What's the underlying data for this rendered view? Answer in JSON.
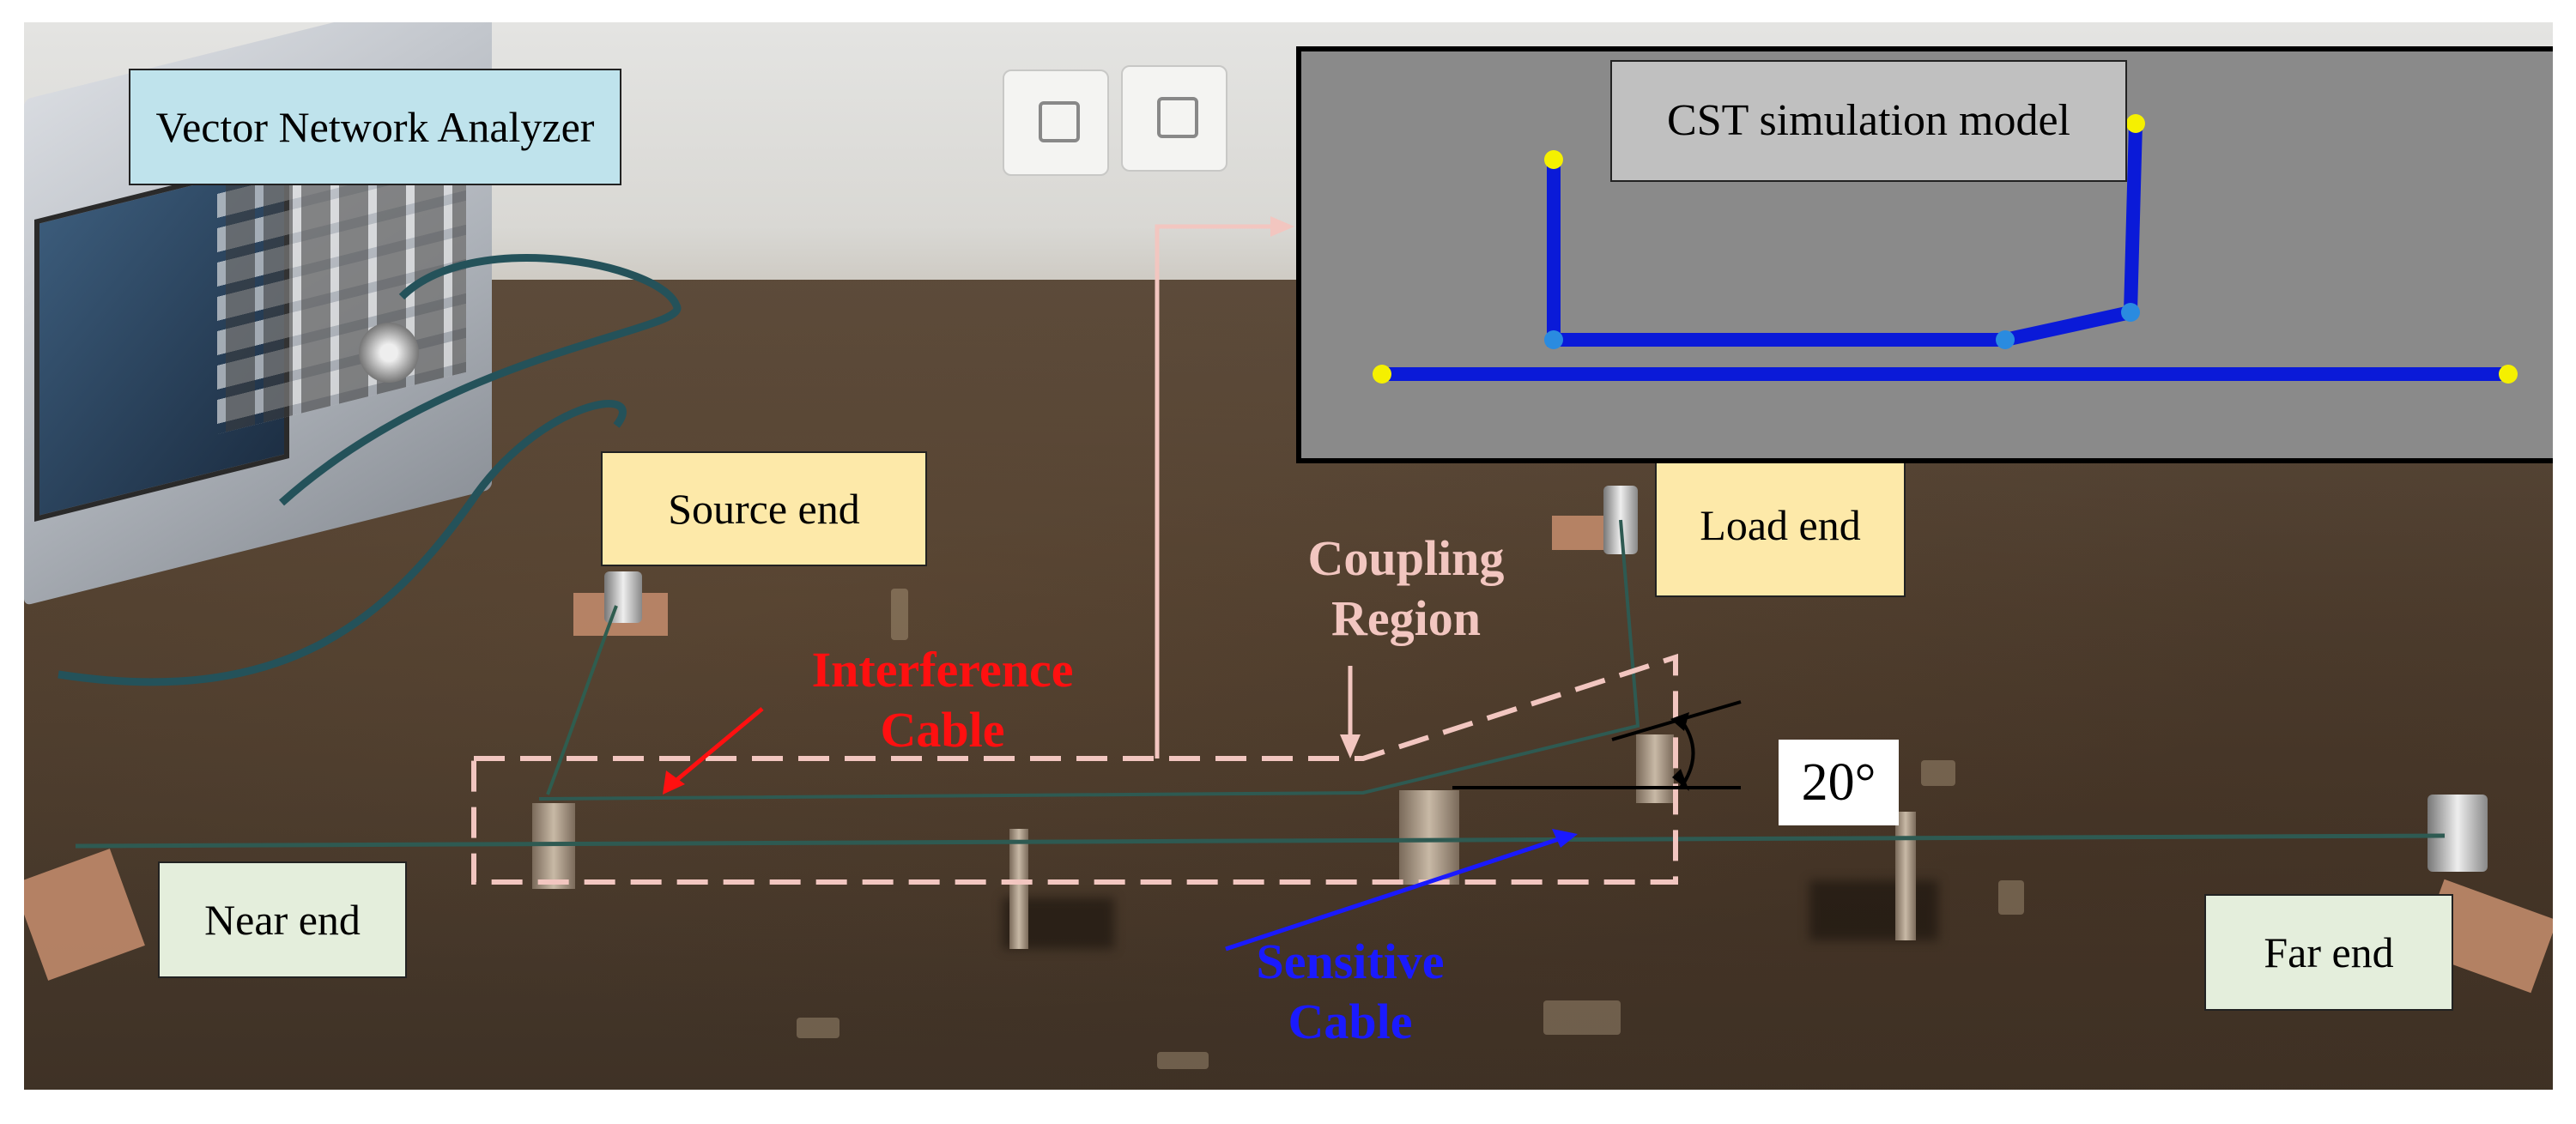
{
  "labels": {
    "vna": "Vector Network Analyzer",
    "source_end": "Source end",
    "load_end": "Load end",
    "near_end": "Near end",
    "far_end": "Far end",
    "cst_model": "CST simulation model",
    "coupling_region": "Coupling Region",
    "interference_cable": "Interference Cable",
    "sensitive_cable": "Sensitive Cable",
    "angle": "20°"
  },
  "colors": {
    "interference_text": "#ff1010",
    "sensitive_text": "#1a1aff",
    "coupling_text": "#f2c6c0",
    "vna_label_bg": "#bfe3ec",
    "end_label_yellow": "#fde9a9",
    "end_label_green": "#e4eedc",
    "cst_background": "#8a8a8a",
    "cst_cable": "#0a1ad8",
    "cst_port": "#f5f000"
  },
  "icons": [
    "vector-network-analyzer",
    "power-socket",
    "sma-connector",
    "cable-support-post"
  ]
}
